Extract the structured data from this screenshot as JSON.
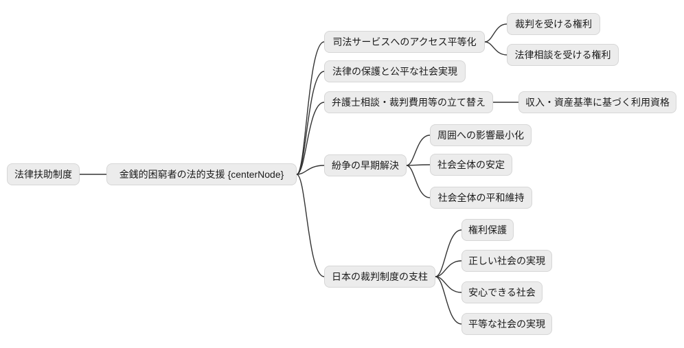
{
  "diagram": {
    "type": "mindmap",
    "root": {
      "label": "法律扶助制度"
    },
    "center": {
      "label": "金銭的困窮者の法的支援 {centerNode}"
    },
    "branches": [
      {
        "label": "司法サービスへのアクセス平等化",
        "children": [
          {
            "label": "裁判を受ける権利"
          },
          {
            "label": "法律相談を受ける権利"
          }
        ]
      },
      {
        "label": "法律の保護と公平な社会実現",
        "children": []
      },
      {
        "label": "弁護士相談・裁判費用等の立て替え",
        "children": [
          {
            "label": "収入・資産基準に基づく利用資格"
          }
        ]
      },
      {
        "label": "紛争の早期解決",
        "children": [
          {
            "label": "周囲への影響最小化"
          },
          {
            "label": "社会全体の安定"
          },
          {
            "label": "社会全体の平和維持"
          }
        ]
      },
      {
        "label": "日本の裁判制度の支柱",
        "children": [
          {
            "label": "権利保護"
          },
          {
            "label": "正しい社会の実現"
          },
          {
            "label": "安心できる社会"
          },
          {
            "label": "平等な社会の実現"
          }
        ]
      }
    ],
    "colors": {
      "node_fill": "#ececec",
      "node_border": "#d6d6d6",
      "text": "#1a1a1a",
      "line": "#333333",
      "background": "#ffffff"
    }
  }
}
